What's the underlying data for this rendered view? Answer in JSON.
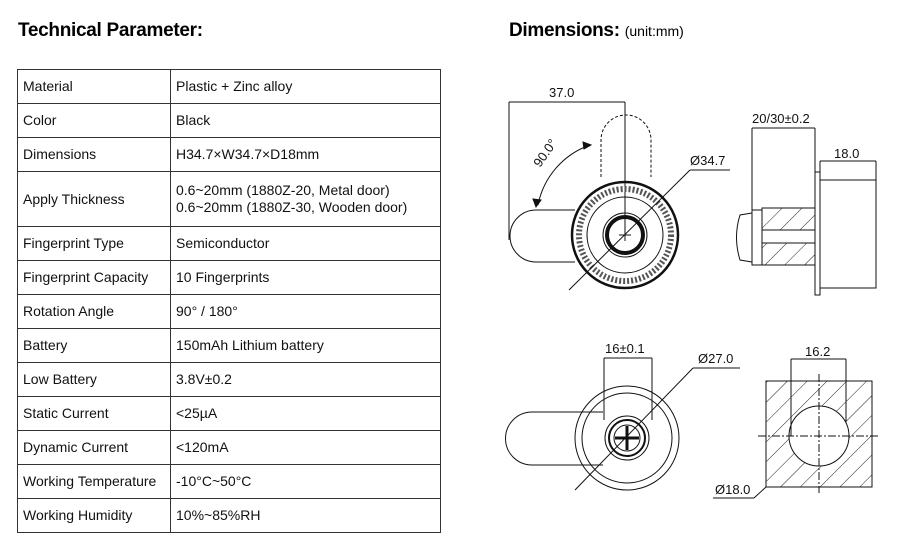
{
  "left": {
    "title": "Technical Parameter:",
    "rows": [
      {
        "key": "Material",
        "value": "Plastic + Zinc alloy"
      },
      {
        "key": "Color",
        "value": "Black"
      },
      {
        "key": "Dimensions",
        "value": "H34.7×W34.7×D18mm"
      },
      {
        "key": "Apply Thickness",
        "value": "0.6~20mm (1880Z-20, Metal door)",
        "value2": "0.6~20mm (1880Z-30, Wooden door)"
      },
      {
        "key": "Fingerprint Type",
        "value": "Semiconductor"
      },
      {
        "key": "Fingerprint Capacity",
        "value": "10 Fingerprints"
      },
      {
        "key": "Rotation Angle",
        "value": "90° / 180°"
      },
      {
        "key": "Battery",
        "value": "150mAh Lithium battery"
      },
      {
        "key": "Low Battery",
        "value": "3.8V±0.2"
      },
      {
        "key": "Static Current",
        "value": "<25µA"
      },
      {
        "key": "Dynamic Current",
        "value": "<120mA"
      },
      {
        "key": "Working Temperature",
        "value": "-10°C~50°C"
      },
      {
        "key": "Working Humidity",
        "value": "10%~85%RH"
      }
    ]
  },
  "right": {
    "title": "Dimensions:",
    "unit": "(unit:mm)",
    "front_view": {
      "width": "37.0",
      "angle": "90.0°",
      "diameter": "Ø34.7"
    },
    "side_view": {
      "shaft": "20/30±0.2",
      "depth": "18.0"
    },
    "back_view": {
      "width": "16±0.1",
      "diameter": "Ø27.0"
    },
    "cutout": {
      "width": "16.2",
      "diameter": "Ø18.0"
    }
  }
}
